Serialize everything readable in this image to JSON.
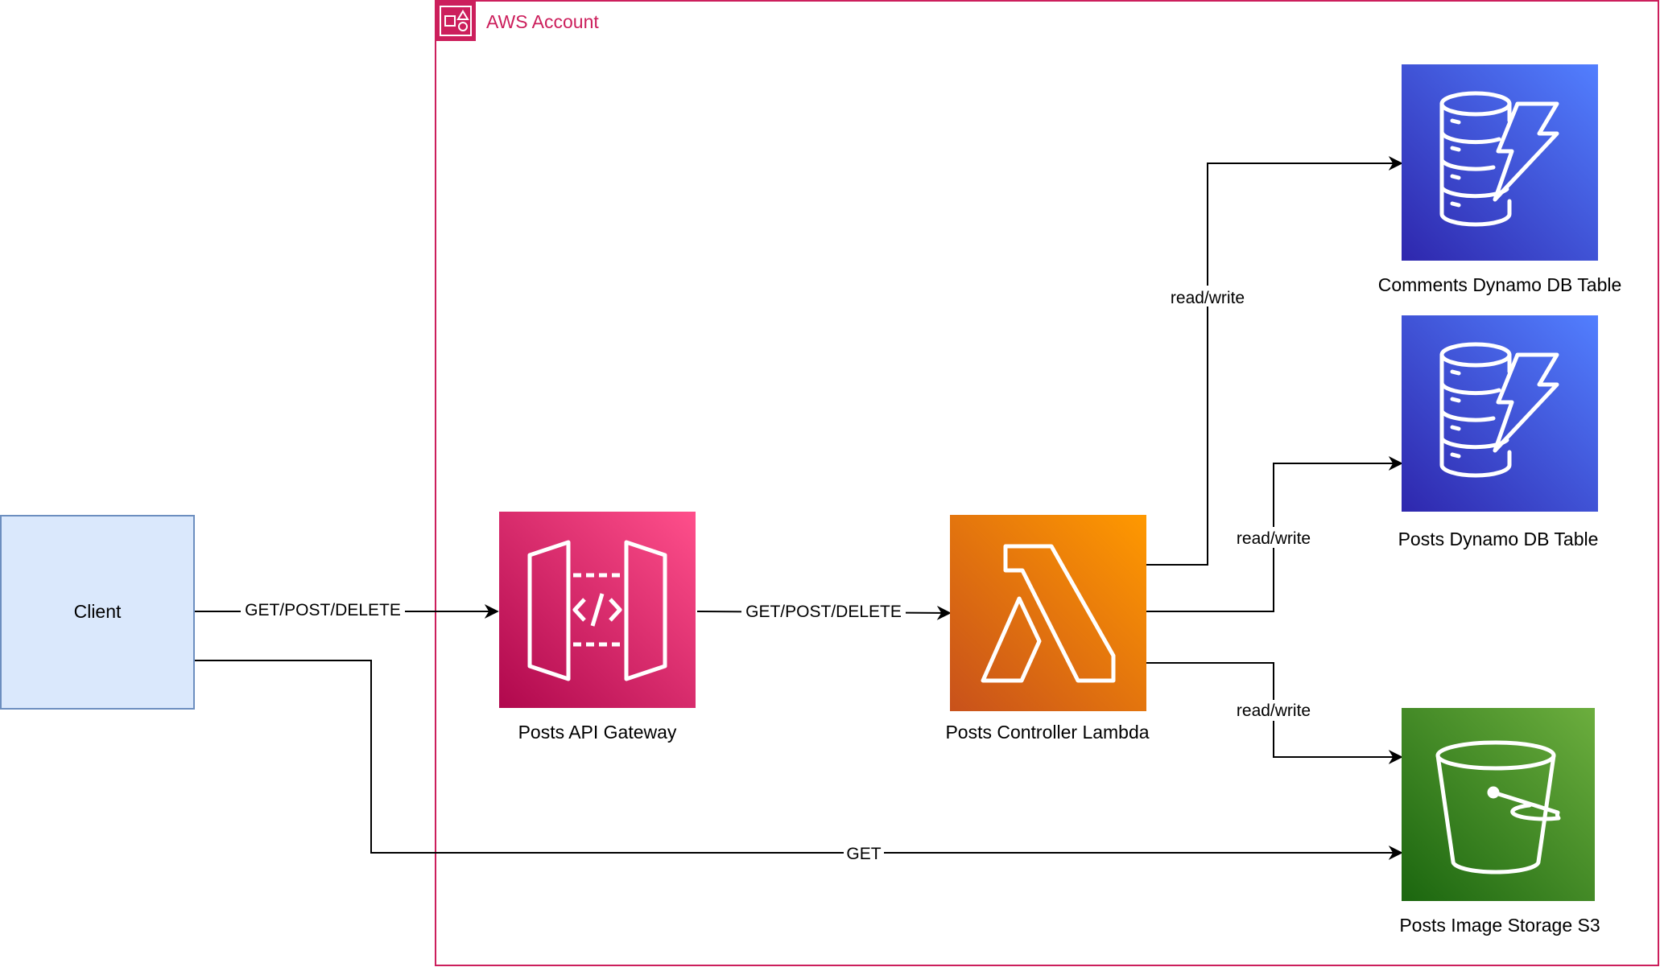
{
  "account": {
    "title": "AWS Account",
    "border_color": "#cc1f5c"
  },
  "nodes": {
    "client": {
      "label": "Client",
      "fill": "#dae8fc",
      "stroke": "#6c8ebf"
    },
    "api_gateway": {
      "label": "Posts API Gateway",
      "icon": "api-gateway-icon",
      "gradient": [
        "#b0084d",
        "#ff4f8b"
      ]
    },
    "lambda": {
      "label": "Posts Controller Lambda",
      "icon": "lambda-icon",
      "gradient": [
        "#c8511b",
        "#ff9900"
      ]
    },
    "comments_table": {
      "label": "Comments Dynamo DB Table",
      "icon": "dynamodb-icon",
      "gradient": [
        "#2e27ad",
        "#527fff"
      ]
    },
    "posts_table": {
      "label": "Posts Dynamo DB Table",
      "icon": "dynamodb-icon",
      "gradient": [
        "#2e27ad",
        "#527fff"
      ]
    },
    "s3": {
      "label": "Posts Image Storage S3",
      "icon": "s3-bucket-icon",
      "gradient": [
        "#1b660f",
        "#6cae3e"
      ]
    }
  },
  "edges": {
    "client_to_api": "GET/POST/DELETE",
    "api_to_lambda": "GET/POST/DELETE",
    "lambda_to_comments": "read/write",
    "lambda_to_posts": "read/write",
    "lambda_to_s3": "read/write",
    "client_to_s3": "GET"
  }
}
